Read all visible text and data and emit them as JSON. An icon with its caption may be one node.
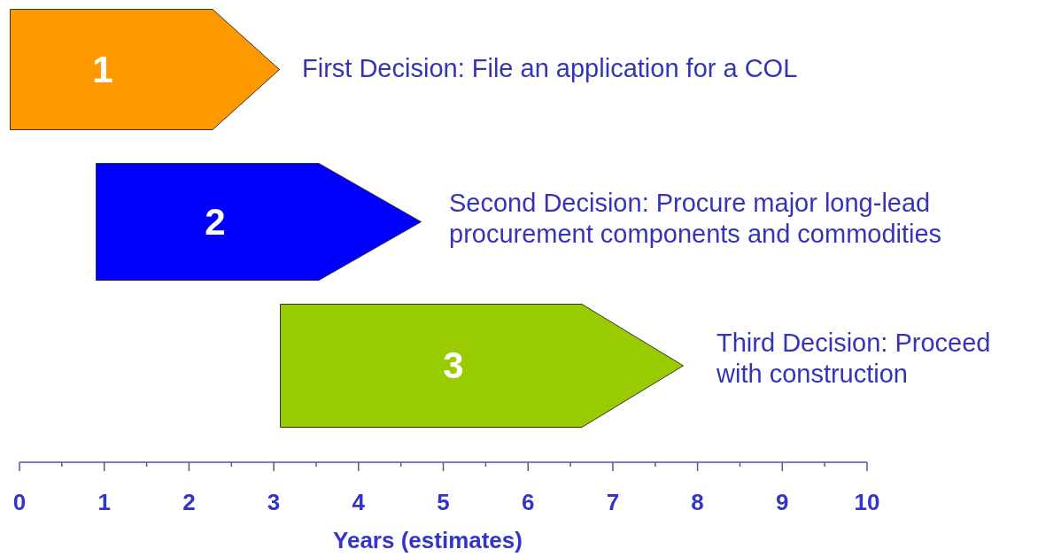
{
  "diagram": {
    "nodes": [
      {
        "text": [
          "1"
        ],
        "beside": [
          "First Decision: File an application for a COL"
        ]
      },
      {
        "text": [
          "2"
        ],
        "beside": [
          "Second Decision: Procure major long-lead procurement components and commodities"
        ]
      },
      {
        "text": [
          "3"
        ],
        "beside": [
          "Third Decision: Proceed with construction"
        ]
      }
    ],
    "labels": [
      "0",
      "1",
      "2",
      "3",
      "4",
      "5",
      "6",
      "7",
      "8",
      "9",
      "10",
      "Years (estimates)"
    ]
  }
}
